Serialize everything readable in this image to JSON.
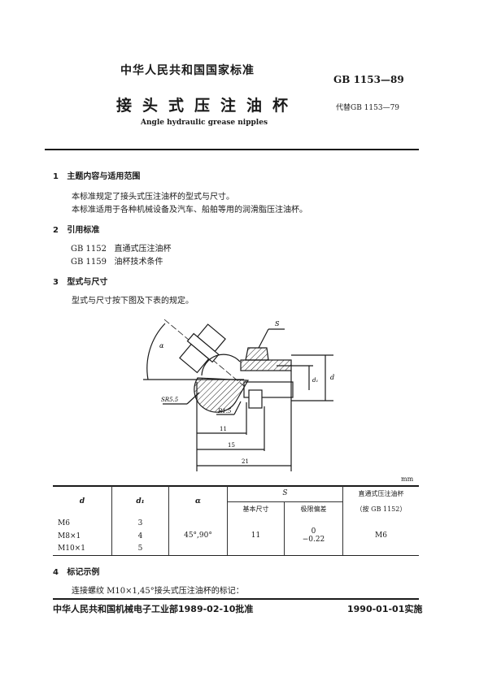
{
  "header": {
    "org": "中华人民共和国国家标准",
    "std_no": "GB 1153—89",
    "title": "接头式压注油杯",
    "replaces": "代替GB 1153—79",
    "title_en": "Angle hydraulic grease nipples"
  },
  "sections": [
    {
      "num": "1",
      "title": "主题内容与适用范围",
      "lines": [
        "本标准规定了接头式压注油杯的型式与尺寸。",
        "本标准适用于各种机械设备及汽车、船舶等用的润滑脂压注油杯。"
      ]
    },
    {
      "num": "2",
      "title": "引用标准",
      "refs": [
        {
          "code": "GB 1152",
          "name": "直通式压注油杯"
        },
        {
          "code": "GB 1159",
          "name": "油杯技术条件"
        }
      ]
    },
    {
      "num": "3",
      "title": "型式与尺寸",
      "lines": [
        "型式与尺寸按下图及下表的规定。"
      ]
    },
    {
      "num": "4",
      "title": "标记示例",
      "lines": [
        "连接螺纹 M10×1,45°接头式压注油杯的标记："
      ]
    }
  ],
  "drawing": {
    "labels": {
      "s": "S",
      "alpha": "α",
      "sr": "SR5.5",
      "r": "R1.5",
      "d": "d",
      "d1": "d₁",
      "dim11": "11",
      "dim15": "15",
      "dim21": "21"
    }
  },
  "table": {
    "unit": "mm",
    "headers": {
      "d": "d",
      "d1": "d₁",
      "a": "α",
      "s": "S",
      "s_basic": "基本尺寸",
      "s_tol": "极限偏差",
      "ref": "直通式压注油杯",
      "ref2": "（按 GB 1152）"
    },
    "rows": [
      {
        "d": "M6",
        "d1": "3"
      },
      {
        "d": "M8×1",
        "d1": "4"
      },
      {
        "d": "M10×1",
        "d1": "5"
      }
    ],
    "merged": {
      "a": "45°,90°",
      "s_basic": "11",
      "s_tol_upper": "0",
      "s_tol_lower": "−0.22",
      "ref": "M6"
    }
  },
  "footer": {
    "approval": "中华人民共和国机械电子工业部1989-02-10批准",
    "effective": "1990-01-01实施"
  }
}
